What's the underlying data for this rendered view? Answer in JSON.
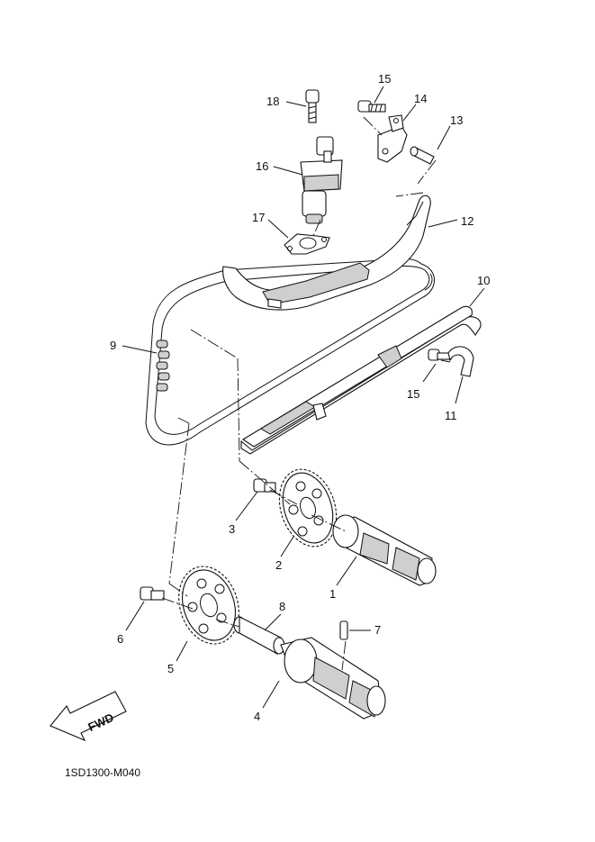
{
  "labels": {
    "p1": "1",
    "p2": "2",
    "p3": "3",
    "p4": "4",
    "p5": "5",
    "p6": "6",
    "p7": "7",
    "p8": "8",
    "p9": "9",
    "p10": "10",
    "p11": "11",
    "p12": "12",
    "p13": "13",
    "p14": "14",
    "p15a": "15",
    "p15b": "15",
    "p16": "16",
    "p17": "17",
    "p18": "18"
  },
  "fwd": "FWD",
  "diagram_code": "1SD1300-M040"
}
